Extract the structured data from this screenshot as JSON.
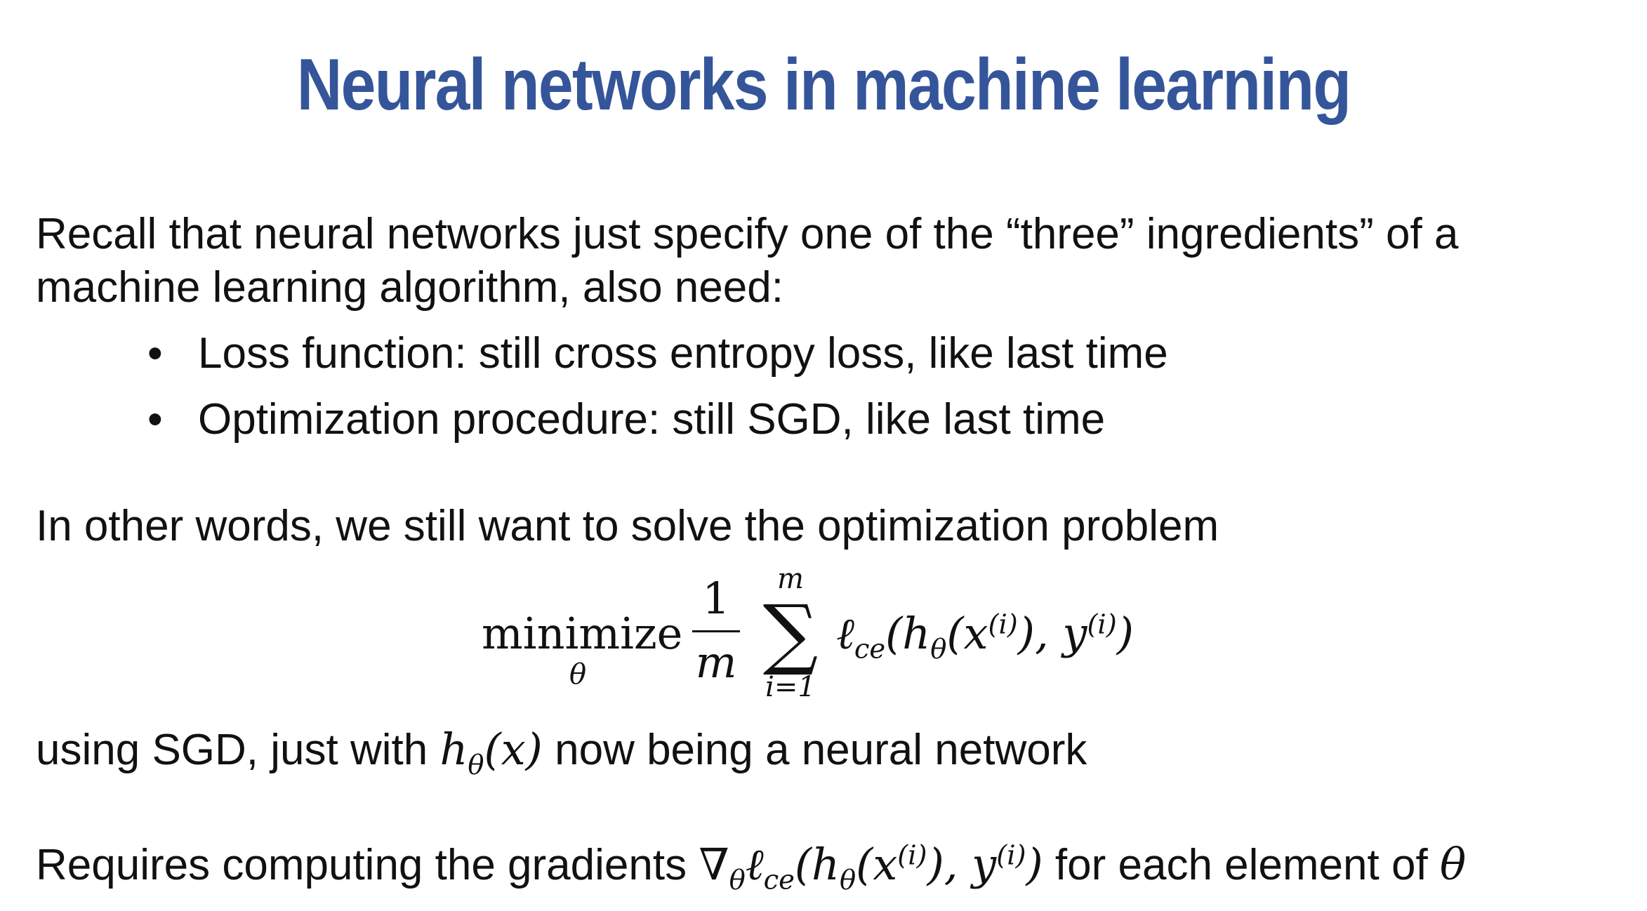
{
  "title": "Neural networks in machine learning",
  "intro": "Recall that neural networks just specify one of the “three” ingredients” of a machine learning algorithm, also need:",
  "intro_line1": "Recall that neural networks just specify one of the “three” ingredients” of a",
  "intro_line2": "machine learning algorithm, also need:",
  "bullets": [
    {
      "text": "Loss function: still cross entropy loss, like last time"
    },
    {
      "text": "Optimization procedure: still SGD, like last time"
    }
  ],
  "other_words": "In other words, we still want to solve the optimization problem",
  "equation": {
    "operator": "minimize",
    "operator_sub": "θ",
    "frac_num": "1",
    "frac_den": "m",
    "sum_upper": "m",
    "sum_lower": "i=1",
    "sum_symbol": "∑",
    "body": "ℓce(hθ(x(i)), y(i))"
  },
  "using_prefix": "using SGD, just with",
  "using_math": "hθ(x)",
  "using_suffix": "now being a neural network",
  "requires_prefix": "Requires computing the gradients",
  "requires_math": "∇θℓce(hθ(x(i)), y(i))",
  "requires_suffix": "for each element of",
  "requires_theta": "θ"
}
